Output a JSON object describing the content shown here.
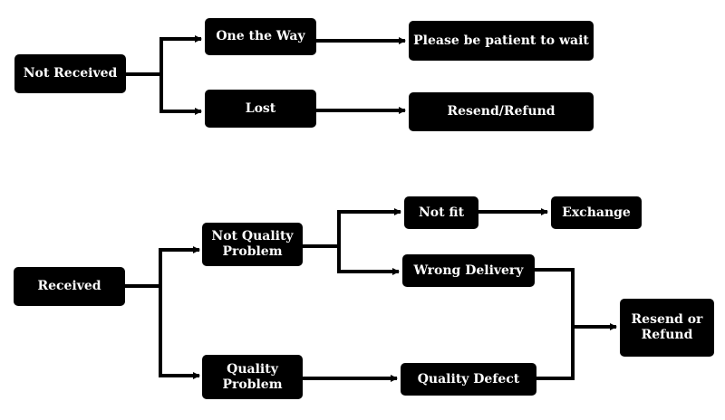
{
  "colors": {
    "box_fill": "#000000",
    "box_text": "#ffffff",
    "connector": "#000000",
    "background": "#ffffff"
  },
  "nodes": {
    "not_received": "Not Received",
    "on_the_way": "One the Way",
    "lost": "Lost",
    "patient_wait": "Please be patient to wait",
    "resend_refund_top": "Resend/Refund",
    "received": "Received",
    "not_quality_problem": [
      "Not Quality",
      "Problem"
    ],
    "quality_problem": [
      "Quality",
      "Problem"
    ],
    "not_fit": "Not fit",
    "exchange": "Exchange",
    "wrong_delivery": "Wrong Delivery",
    "quality_defect": "Quality Defect",
    "resend_or_refund": [
      "Resend or",
      "Refund"
    ]
  }
}
